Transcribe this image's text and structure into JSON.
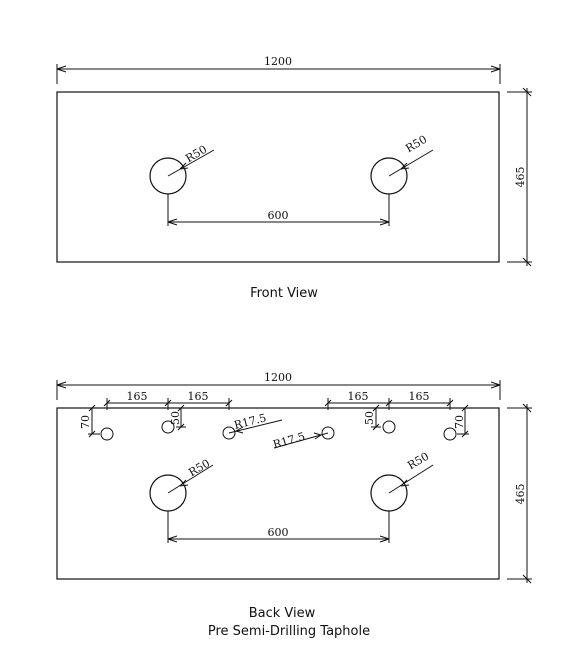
{
  "front_view": {
    "caption": "Front View",
    "width_label": "1200",
    "height_label": "465",
    "spacing_label": "600",
    "radius_left": "R50",
    "radius_right": "R50"
  },
  "back_view": {
    "caption_line1": "Back View",
    "caption_line2": "Pre Semi-Drilling Taphole",
    "width_label": "1200",
    "height_label": "465",
    "spacing_label": "600",
    "radius_left": "R50",
    "radius_right": "R50",
    "taphole_radius_left": "R17.5",
    "taphole_radius_right": "R17.5",
    "offset_left_1": "165",
    "offset_left_2": "165",
    "offset_right_1": "165",
    "offset_right_2": "165",
    "edge_left": "70",
    "edge_right": "70",
    "depth_left": "50",
    "depth_right": "50"
  }
}
